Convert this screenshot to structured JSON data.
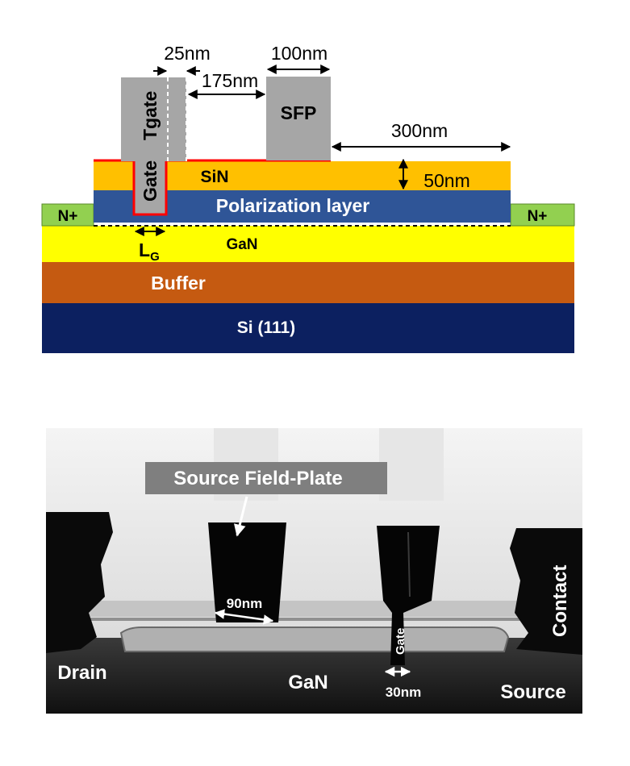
{
  "colors": {
    "si": "#0c2060",
    "buffer": "#c55a11",
    "gan": "#ffff00",
    "polarization": "#2f5597",
    "sin": "#ffc000",
    "n_plus": "#92d050",
    "metal": "#a6a6a6",
    "gate_outline": "#ff0000",
    "callout_box": "#7f7f7f"
  },
  "schematic": {
    "layers": {
      "si": "Si (111)",
      "buffer": "Buffer",
      "gan": "GaN",
      "polarization": "Polarization layer",
      "sin": "SiN"
    },
    "n_plus_left": "N+",
    "n_plus_right": "N+",
    "gate": "Gate",
    "tgate": "Tgate",
    "sfp": "SFP",
    "dims": {
      "gate_spacer": "25nm",
      "tgate_sfp_gap": "175nm",
      "sfp_width": "100nm",
      "sfp_overhang": "300nm",
      "sin_thickness": "50nm",
      "lg_main": "L",
      "lg_sub": "G"
    }
  },
  "tem": {
    "callout": "Source Field-Plate",
    "fp_width": "90nm",
    "gate_label": "Gate",
    "gate_width": "30nm",
    "drain": "Drain",
    "gan": "GaN",
    "source": "Source",
    "contact": "Contact"
  }
}
